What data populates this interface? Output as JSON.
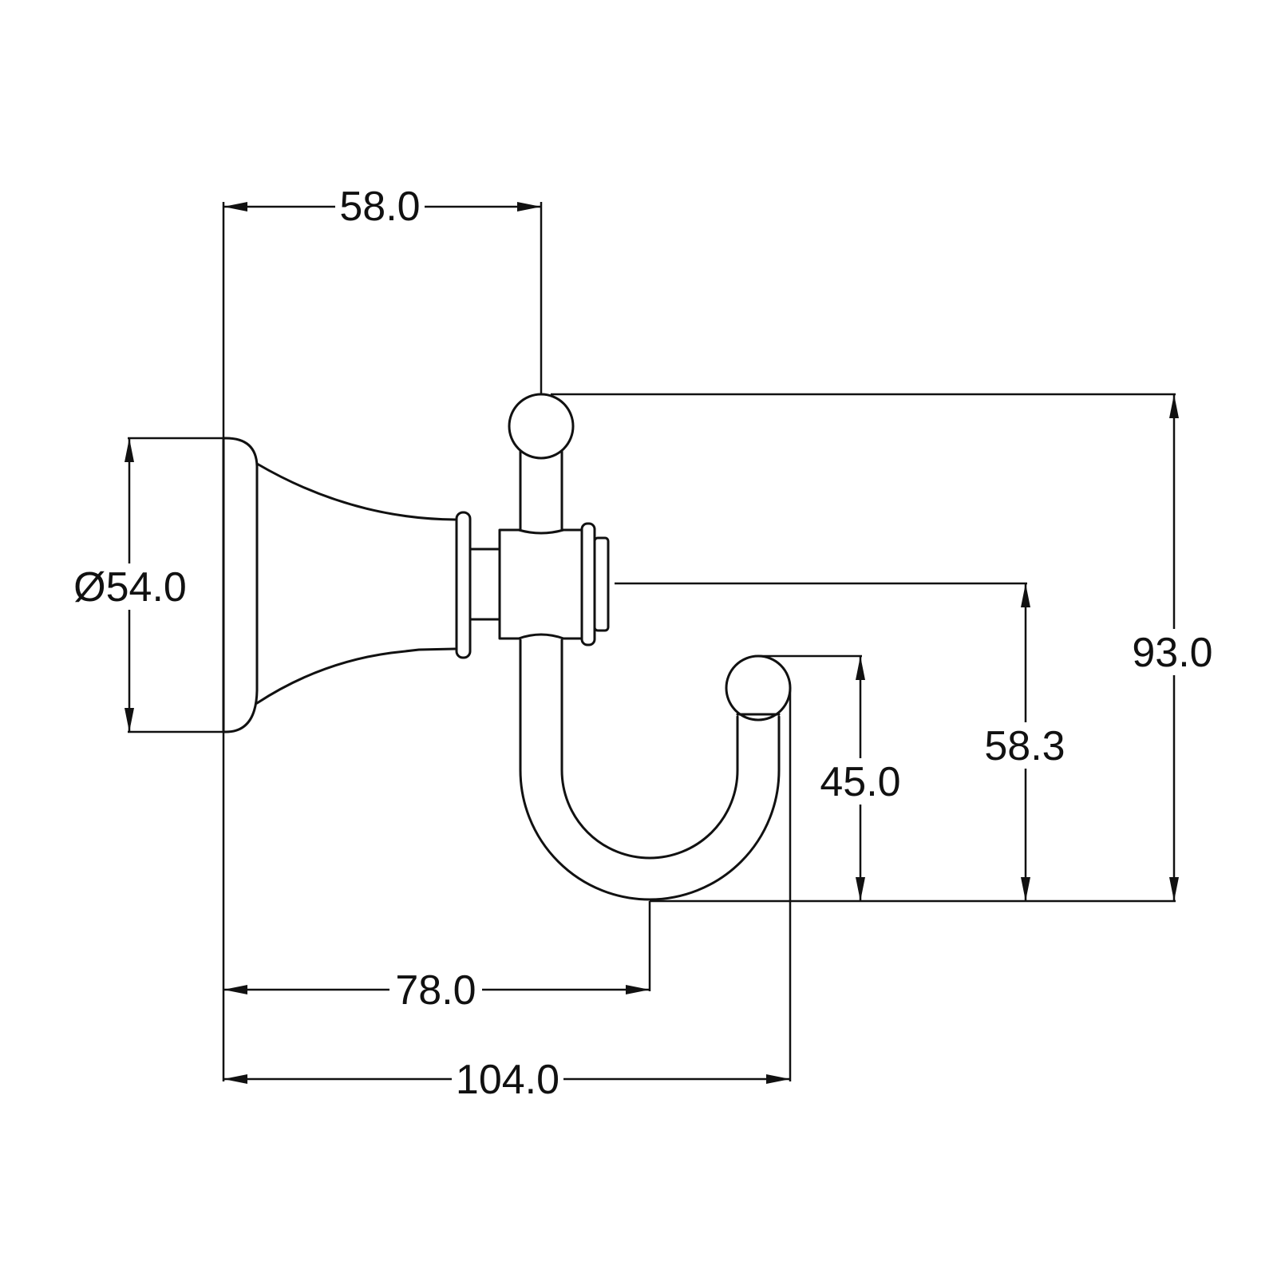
{
  "dimensions": {
    "flange_diameter": "Ø54.0",
    "upper_projection": "58.0",
    "overall_height": "93.0",
    "hook_height_from_center": "58.3",
    "hook_tip_height": "45.0",
    "bottom_projection": "78.0",
    "overall_projection": "104.0"
  }
}
